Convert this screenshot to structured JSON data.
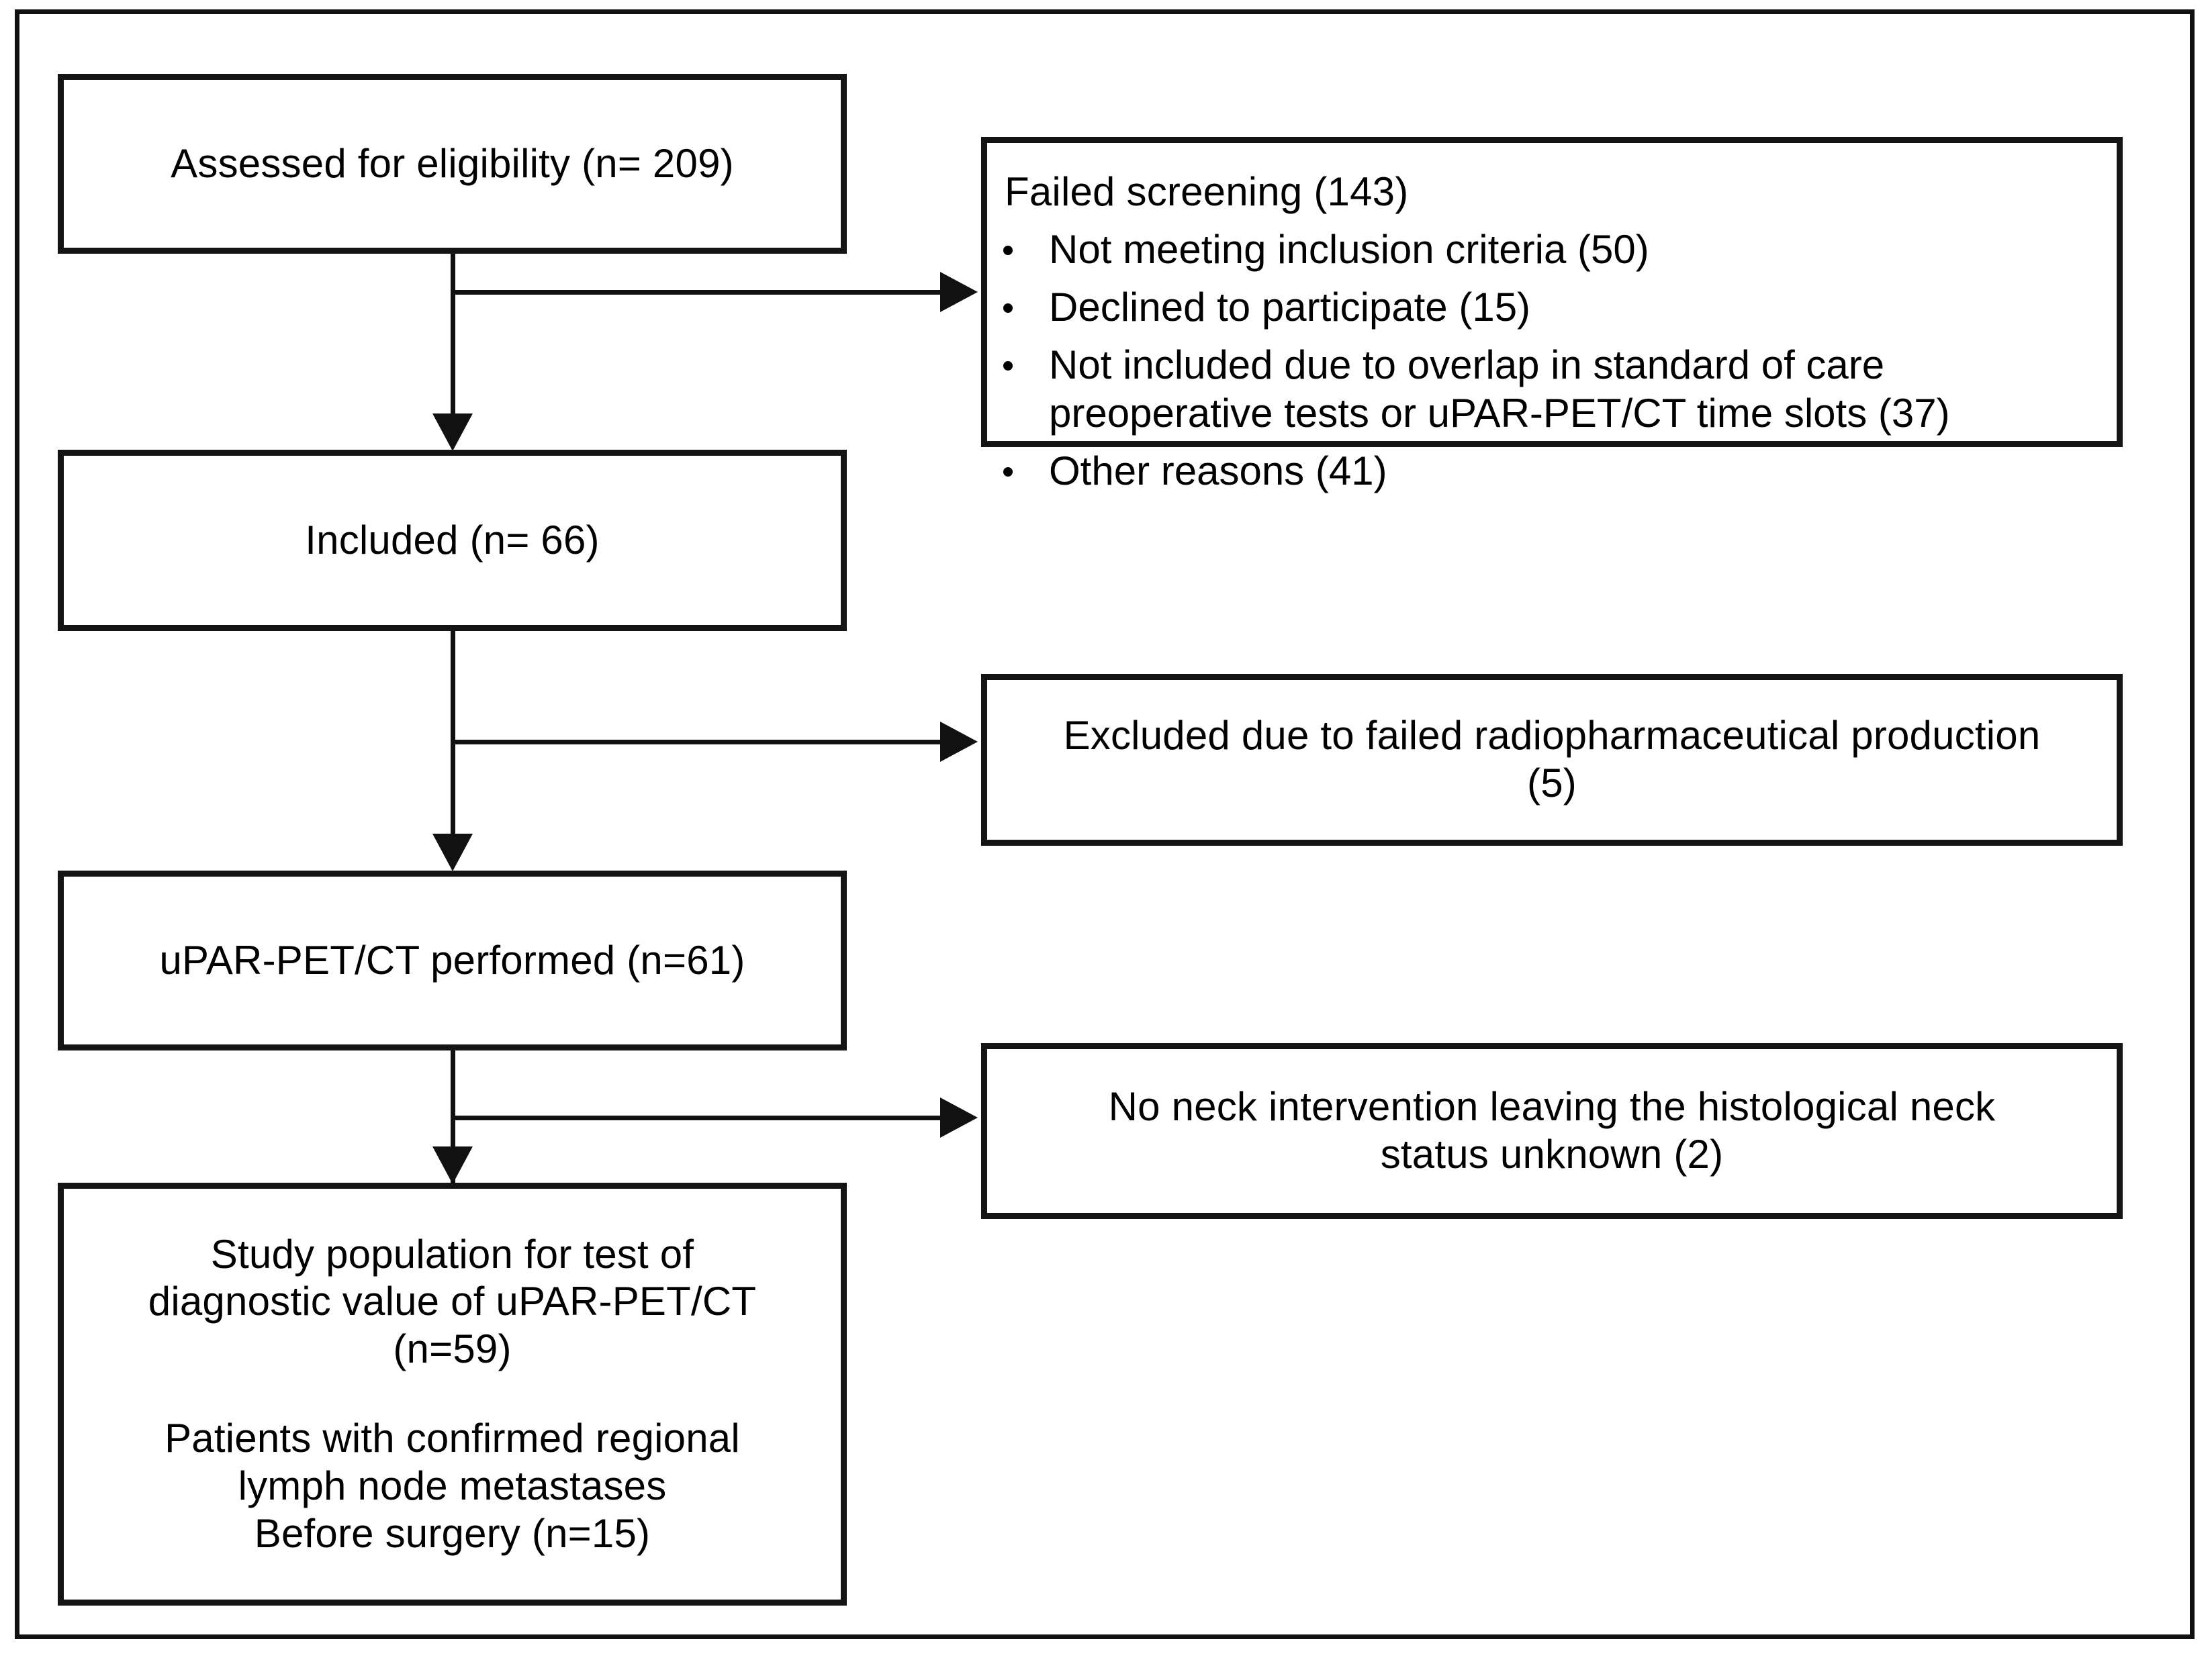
{
  "diagram": {
    "type": "study-flow-diagram",
    "nodes": {
      "assessed": {
        "label": "Assessed for eligibility (n= 209)"
      },
      "failed_screening": {
        "title": "Failed screening (143)",
        "reasons": [
          "Not meeting inclusion criteria (50)",
          "Declined to participate (15)",
          "Not included due to overlap in standard of care\npreoperative tests or uPAR-PET/CT time slots (37)",
          "Other reasons (41)"
        ]
      },
      "included": {
        "label": "Included (n= 66)"
      },
      "excluded_production": {
        "line1": "Excluded due to failed radiopharmaceutical production",
        "line2": "(5)"
      },
      "upar_performed": {
        "label": "uPAR-PET/CT performed (n=61)"
      },
      "no_neck_intervention": {
        "line1": "No neck intervention leaving the histological neck",
        "line2": "status unknown (2)"
      },
      "study_population": {
        "line1": "Study population for test of",
        "line2": "diagnostic value of uPAR-PET/CT",
        "line3": "(n=59)",
        "line4": "Patients with confirmed regional",
        "line5": "lymph node metastases",
        "line6": "Before surgery (n=15)"
      }
    },
    "colors": {
      "stroke": "#141414",
      "background": "#ffffff",
      "text": "#000000"
    }
  }
}
